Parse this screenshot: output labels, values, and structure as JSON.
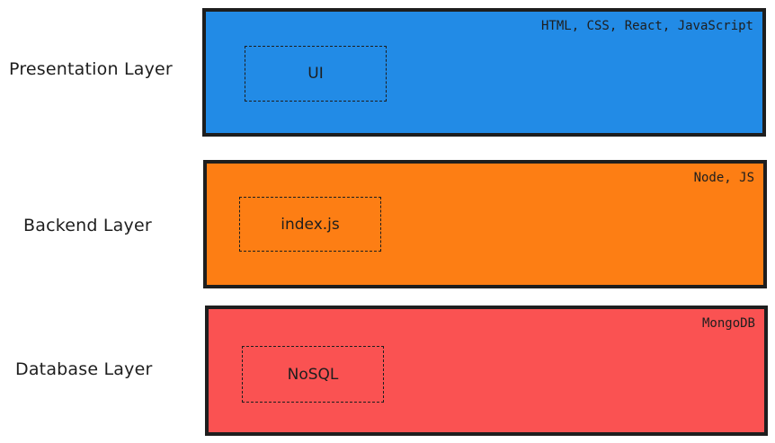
{
  "layers": [
    {
      "label": "Presentation Layer",
      "tech": "HTML, CSS, React, JavaScript",
      "component": "UI",
      "color": "#228be6"
    },
    {
      "label": "Backend Layer",
      "tech": "Node, JS",
      "component": "index.js",
      "color": "#fd7e14"
    },
    {
      "label": "Database Layer",
      "tech": "MongoDB",
      "component": "NoSQL",
      "color": "#fa5252"
    }
  ]
}
